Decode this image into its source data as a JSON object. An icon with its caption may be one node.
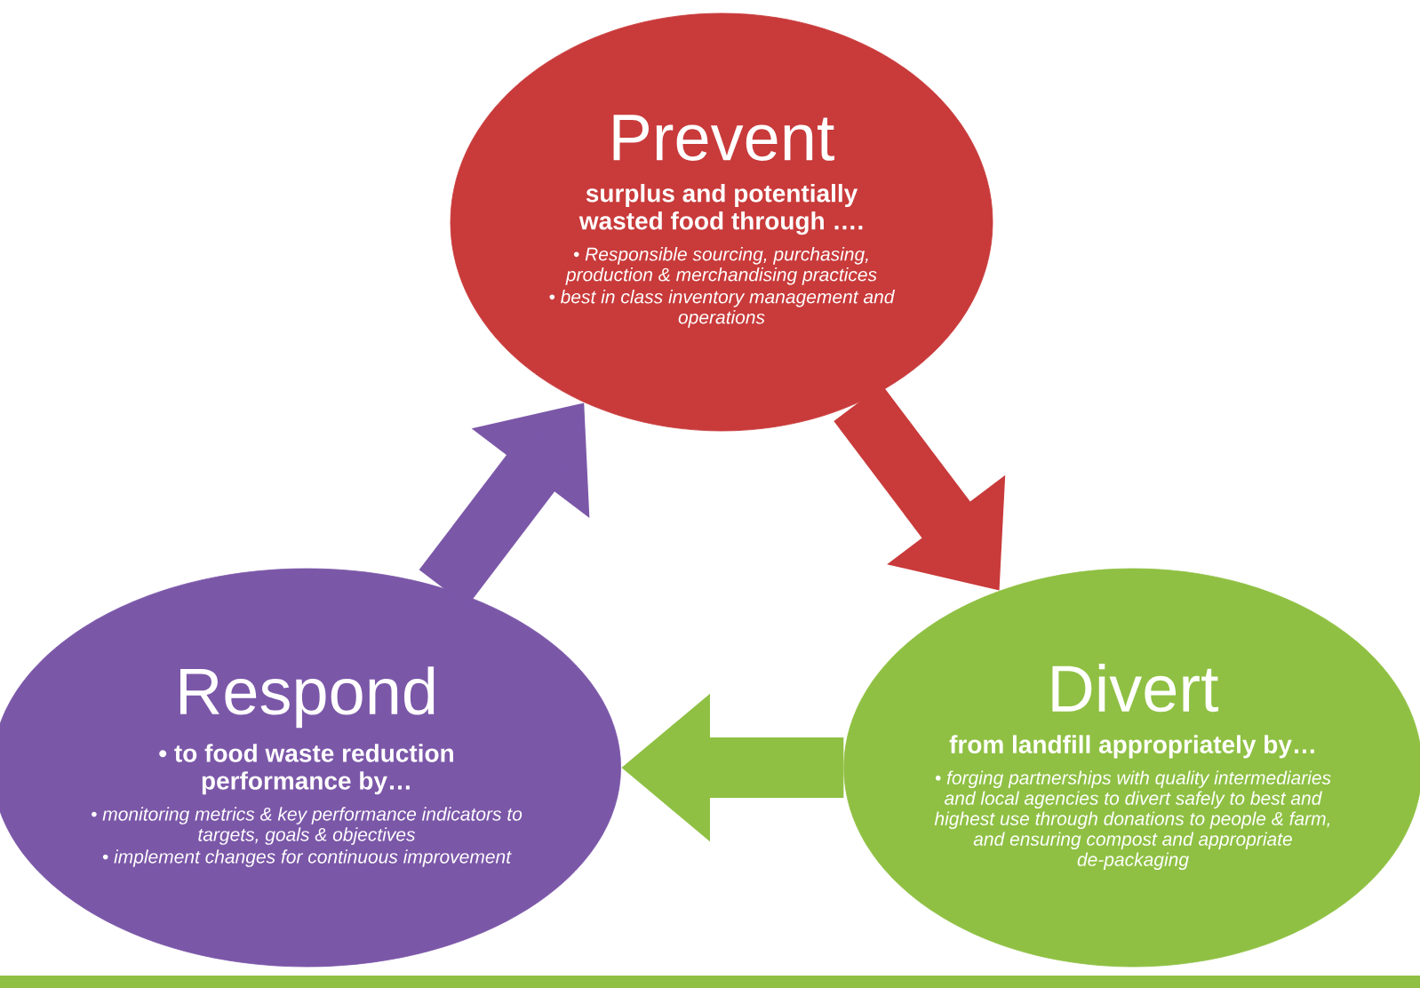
{
  "diagram": {
    "nodes": [
      {
        "text": [
          "Prevent",
          "surplus and potentially wasted food through ….",
          "• Responsible sourcing, purchasing, production & merchandising practices",
          "• best in class inventory management and operations"
        ]
      },
      {
        "text": [
          "Respond",
          "• to food waste reduction performance by…",
          "• monitoring metrics & key performance indicators to targets, goals & objectives",
          "• implement changes for continuous improvement"
        ]
      },
      {
        "text": [
          "Divert",
          "from landfill appropriately by…",
          "• forging partnerships with quality intermediaries and local agencies to divert safely to best and highest use through donations to people & farm, and ensuring compost and appropriate de-packaging"
        ]
      },
      {
        "text": [],
        "shape": "bar"
      }
    ],
    "edges": [
      {
        "from": 0,
        "to": 2,
        "arrow": "to",
        "color": "#c93a3a"
      },
      {
        "from": 2,
        "to": 1,
        "arrow": "to",
        "color": "#8fc043"
      },
      {
        "from": 1,
        "to": 0,
        "arrow": "to",
        "color": "#7b57a8"
      }
    ]
  }
}
